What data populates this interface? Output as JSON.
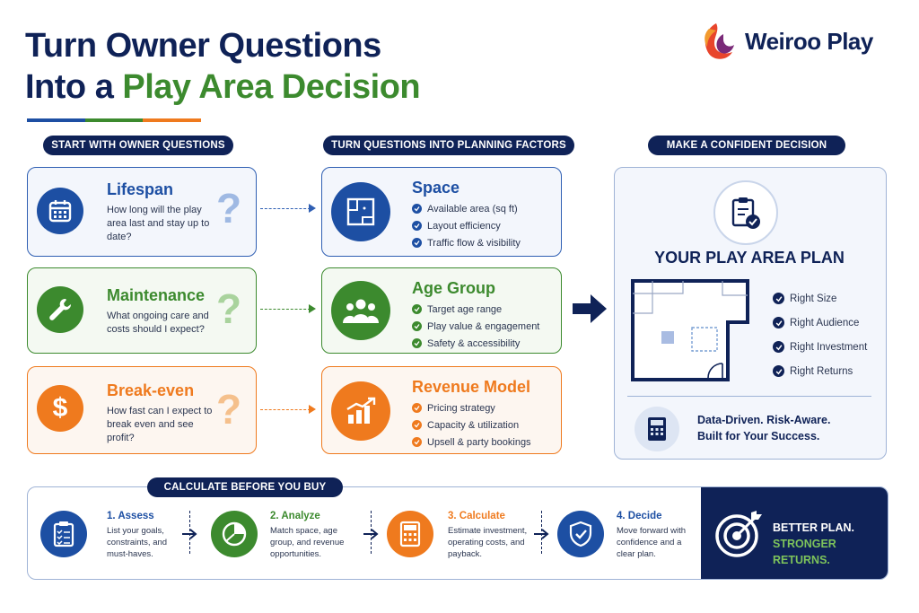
{
  "header": {
    "title_line1": "Turn Owner Questions",
    "title_line2_prefix": "Into a ",
    "title_line2_highlight": "Play Area Decision",
    "brand_name": "Weiroo Play"
  },
  "columns": {
    "left_label": "START WITH OWNER QUESTIONS",
    "mid_label": "TURN QUESTIONS INTO PLANNING FACTORS",
    "right_label": "MAKE A CONFIDENT DECISION"
  },
  "questions": [
    {
      "title": "Lifespan",
      "text": "How long will the play area last and stay up to date?",
      "mark": "?",
      "icon": "calendar-icon"
    },
    {
      "title": "Maintenance",
      "text": "What ongoing care and costs should I expect?",
      "mark": "?",
      "icon": "wrench-icon"
    },
    {
      "title": "Break-even",
      "text": "How fast can I expect to break even and see profit?",
      "mark": "?",
      "icon": "dollar-icon"
    }
  ],
  "factors": [
    {
      "title": "Space",
      "items": [
        "Available area (sq ft)",
        "Layout efficiency",
        "Traffic flow & visibility"
      ],
      "icon": "floorplan-icon"
    },
    {
      "title": "Age Group",
      "items": [
        "Target age range",
        "Play value & engagement",
        "Safety & accessibility"
      ],
      "icon": "people-icon"
    },
    {
      "title": "Revenue Model",
      "items": [
        "Pricing strategy",
        "Capacity & utilization",
        "Upsell & party bookings"
      ],
      "icon": "chart-icon"
    }
  ],
  "plan": {
    "title": "YOUR PLAY AREA PLAN",
    "items": [
      "Right Size",
      "Right Audience",
      "Right Investment",
      "Right Returns"
    ],
    "footer_line1": "Data-Driven. Risk-Aware.",
    "footer_line2": "Built for Your Success."
  },
  "calc": {
    "label": "CALCULATE BEFORE YOU BUY",
    "steps": [
      {
        "title": "1. Assess",
        "text": "List your goals, constraints, and must-haves.",
        "icon": "clipboard-icon"
      },
      {
        "title": "2. Analyze",
        "text": "Match space, age group, and revenue opportunities.",
        "icon": "pie-chart-icon"
      },
      {
        "title": "3. Calculate",
        "text": "Estimate investment, operating costs, and payback.",
        "icon": "calculator-icon"
      },
      {
        "title": "4. Decide",
        "text": "Move forward with confidence and a clear plan.",
        "icon": "shield-check-icon"
      }
    ],
    "banner_line1": "BETTER PLAN.",
    "banner_line2": "STRONGER RETURNS."
  },
  "colors": {
    "navy": "#0f2257",
    "blue": "#1d4fa3",
    "green": "#3c8a2e",
    "orange": "#ef7a1e"
  }
}
